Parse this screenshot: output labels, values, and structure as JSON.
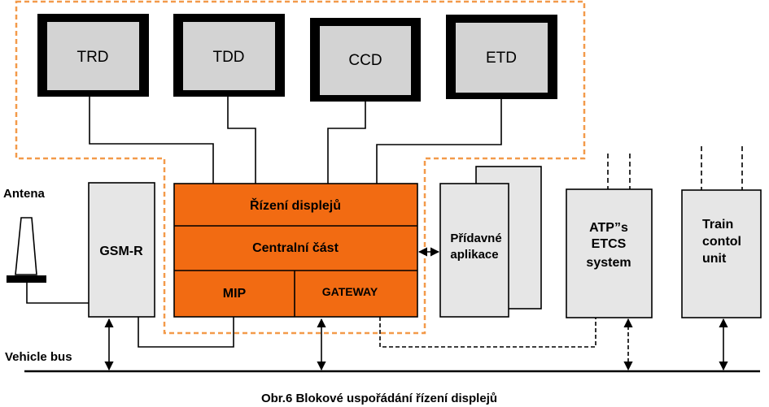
{
  "monitors": [
    "TRD",
    "TDD",
    "CCD",
    "ETD"
  ],
  "controller": {
    "row1": "Řízení displejů",
    "row2": "Centralní část",
    "row3_left": "MIP",
    "row3_right": "GATEWAY"
  },
  "gsm": "GSM-R",
  "antenna_label": "Antena",
  "addon": {
    "line1": "Přídavné",
    "line2": "aplikace"
  },
  "atp": {
    "line1": "ATP”s",
    "line2": "ETCS",
    "line3": "system"
  },
  "train": {
    "line1": "Train",
    "line2": "contol",
    "line3": "unit"
  },
  "bus_label": "Vehicle bus",
  "caption": "Obr.6 Blokové uspořádání řízení displejů",
  "colors": {
    "orange": "#f26b12",
    "orange_border": "#f39a4a",
    "monitor_face": "#d3d3d3",
    "box_fill": "#e6e6e6",
    "line": "#000000"
  }
}
